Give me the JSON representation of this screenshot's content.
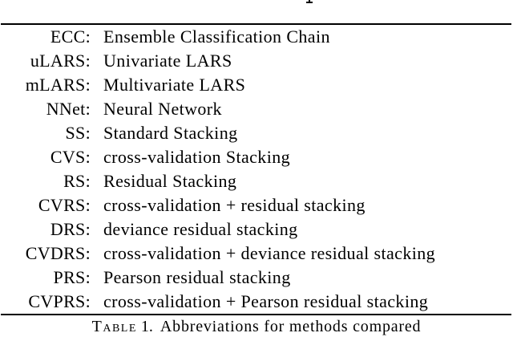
{
  "page": {
    "background": "#ffffff",
    "text_color": "#000000",
    "rule_color": "#000000"
  },
  "table": {
    "rows": [
      {
        "abbr": "ECC:",
        "desc": "Ensemble Classification Chain"
      },
      {
        "abbr": "uLARS:",
        "desc": "Univariate LARS"
      },
      {
        "abbr": "mLARS:",
        "desc": "Multivariate LARS"
      },
      {
        "abbr": "NNet:",
        "desc": "Neural Network"
      },
      {
        "abbr": "SS:",
        "desc": "Standard Stacking"
      },
      {
        "abbr": "CVS:",
        "desc": "cross-validation Stacking"
      },
      {
        "abbr": "RS:",
        "desc": "Residual Stacking"
      },
      {
        "abbr": "CVRS:",
        "desc": "cross-validation + residual stacking"
      },
      {
        "abbr": "DRS:",
        "desc": "deviance residual stacking"
      },
      {
        "abbr": "CVDRS:",
        "desc": "cross-validation + deviance residual stacking"
      },
      {
        "abbr": "PRS:",
        "desc": "Pearson residual stacking"
      },
      {
        "abbr": "CVPRS:",
        "desc": "cross-validation + Pearson residual stacking"
      }
    ],
    "caption": {
      "tag": "Table",
      "number": "1.",
      "text": "Abbreviations for methods compared"
    }
  }
}
